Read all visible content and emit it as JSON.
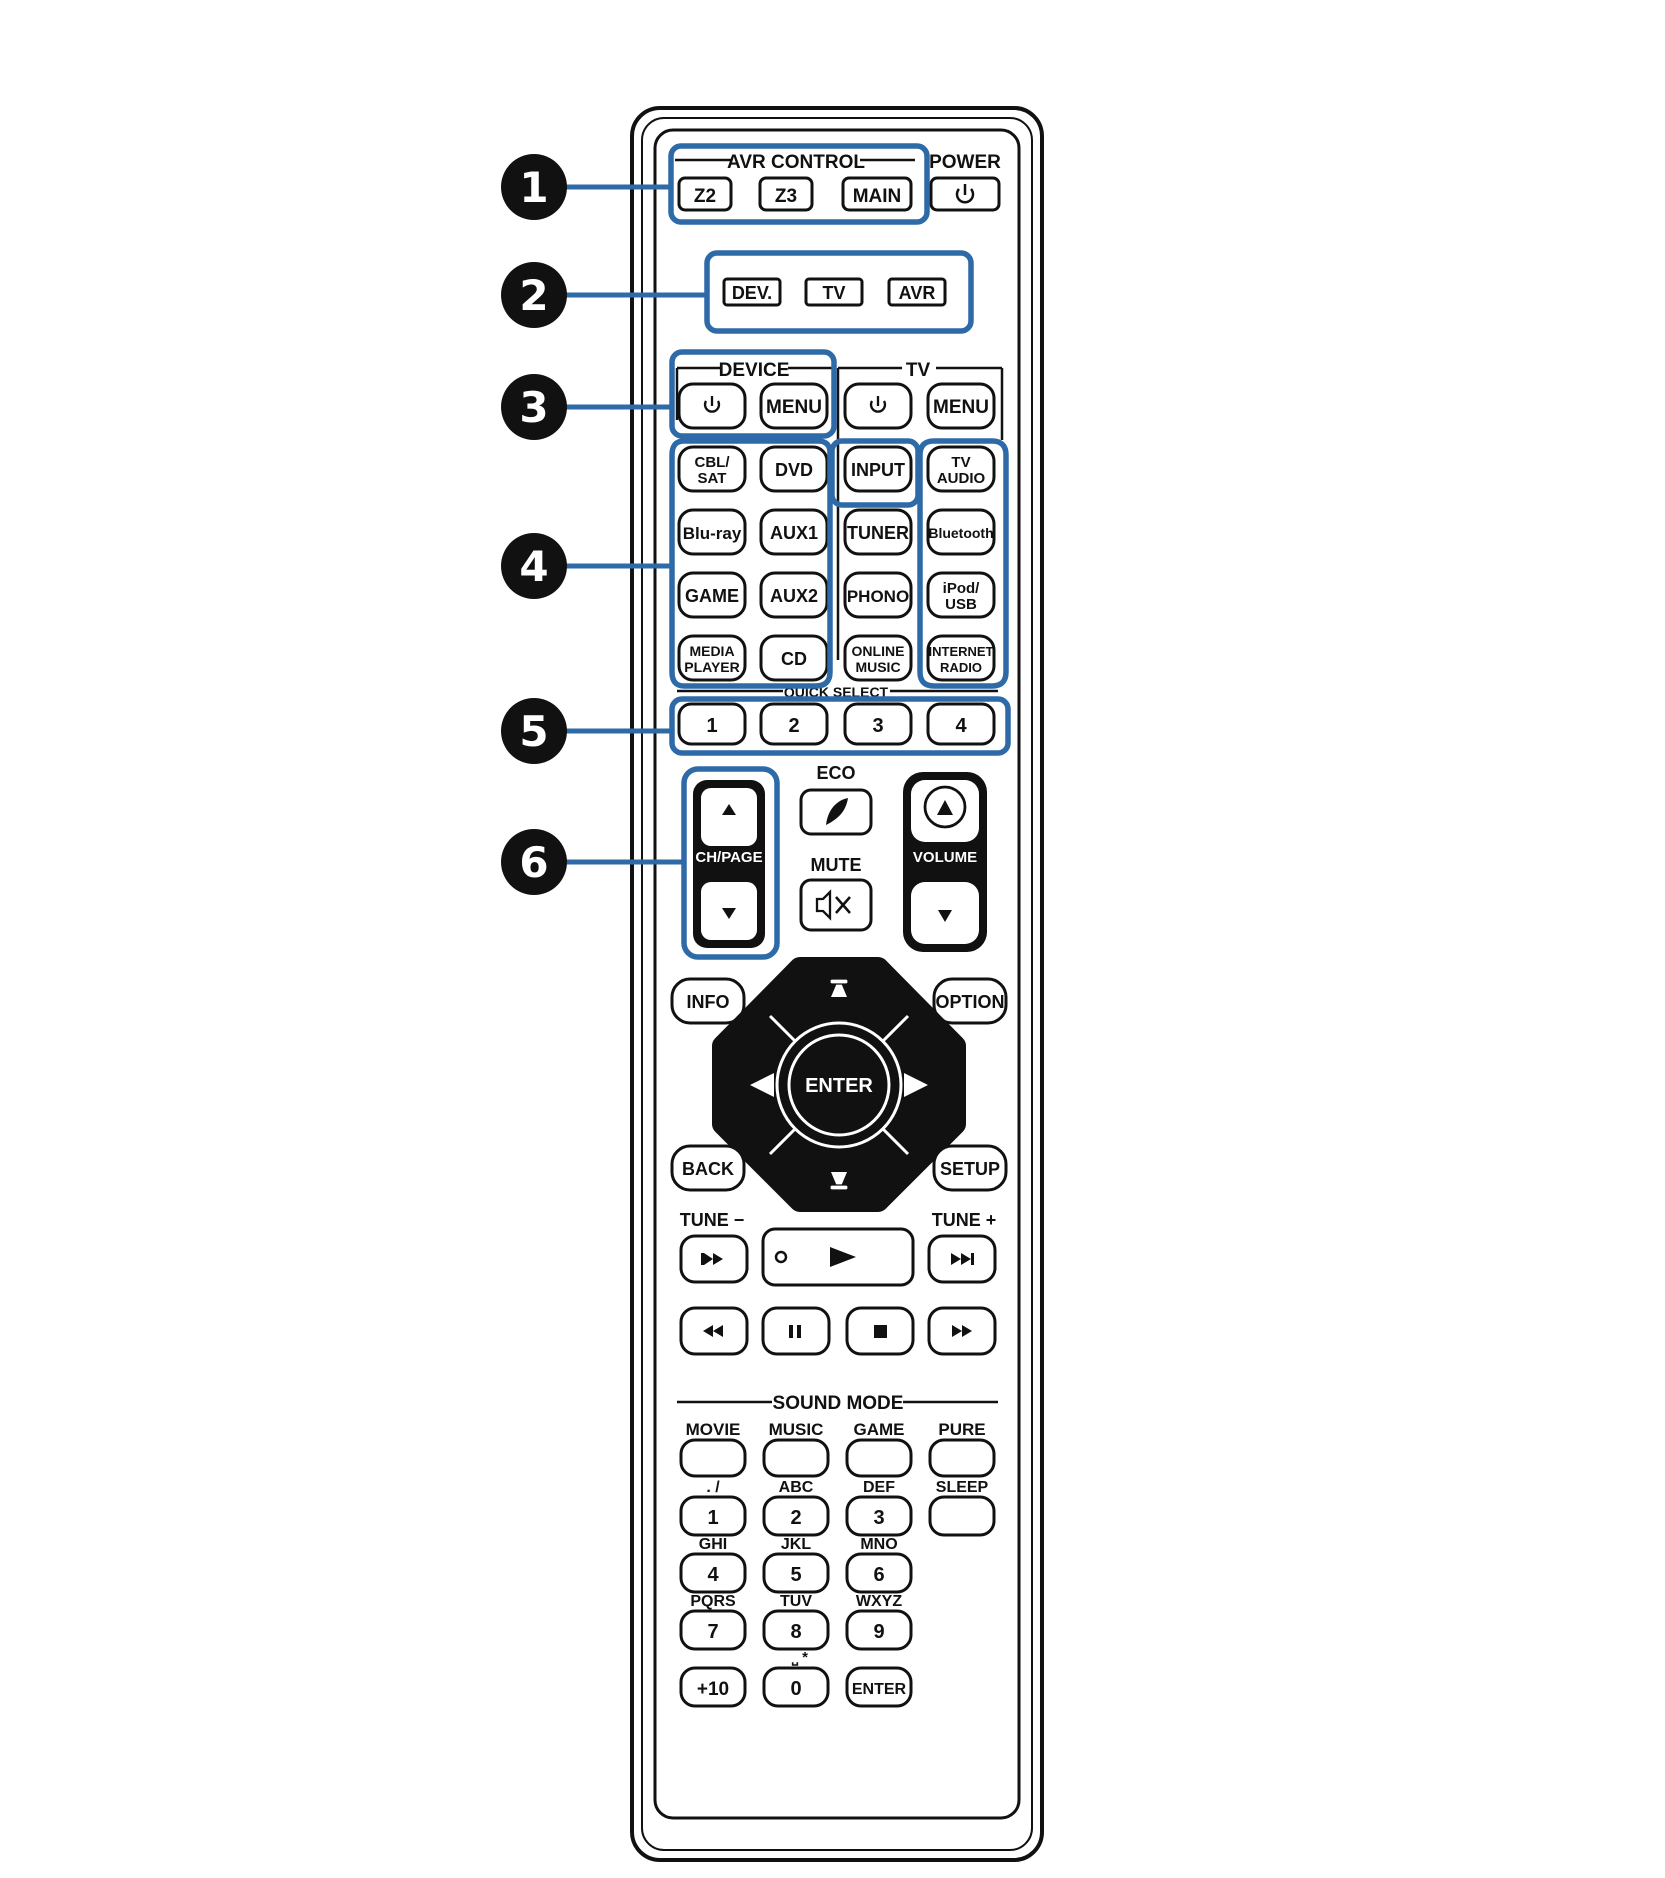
{
  "avr_control": {
    "label": "AVR CONTROL",
    "z2": "Z2",
    "z3": "Z3",
    "main": "MAIN"
  },
  "power_label": "POWER",
  "mode": {
    "dev": "DEV.",
    "tv": "TV",
    "avr": "AVR"
  },
  "device": {
    "label": "DEVICE",
    "menu": "MENU"
  },
  "tv": {
    "label": "TV",
    "menu": "MENU",
    "input": "INPUT"
  },
  "sources": {
    "cbl_sat": [
      "CBL/",
      "SAT"
    ],
    "dvd": "DVD",
    "tv_audio": [
      "TV",
      "AUDIO"
    ],
    "bluray": "Blu-ray",
    "aux1": "AUX1",
    "tuner": "TUNER",
    "bluetooth": "Bluetooth",
    "game": "GAME",
    "aux2": "AUX2",
    "phono": "PHONO",
    "ipod_usb": [
      "iPod/",
      "USB"
    ],
    "media_player": [
      "MEDIA",
      "PLAYER"
    ],
    "cd": "CD",
    "online_music": [
      "ONLINE",
      "MUSIC"
    ],
    "internet_radio": [
      "INTERNET",
      "RADIO"
    ]
  },
  "quick_select": {
    "label": "QUICK SELECT",
    "keys": [
      "1",
      "2",
      "3",
      "4"
    ]
  },
  "ch_page": {
    "label": "CH/PAGE"
  },
  "eco_label": "ECO",
  "mute_label": "MUTE",
  "volume": {
    "label": "VOLUME"
  },
  "nav": {
    "info": "INFO",
    "option": "OPTION",
    "enter": "ENTER",
    "back": "BACK",
    "setup": "SETUP"
  },
  "tune": {
    "minus": "TUNE −",
    "plus": "TUNE +"
  },
  "sound_mode": {
    "label": "SOUND MODE",
    "movie": "MOVIE",
    "music": "MUSIC",
    "game": "GAME",
    "pure": "PURE",
    "sleep": "SLEEP"
  },
  "numpad": {
    "keys": [
      "1",
      "2",
      "3",
      "4",
      "5",
      "6",
      "7",
      "8",
      "9"
    ],
    "letters": [
      ". /",
      "ABC",
      "DEF",
      "GHI",
      "JKL",
      "MNO",
      "PQRS",
      "TUV",
      "WXYZ"
    ],
    "plus10": "+10",
    "zero": "0",
    "zero_sub": "⎵  *",
    "enter": "ENTER"
  },
  "callouts": [
    "1",
    "2",
    "3",
    "4",
    "5",
    "6"
  ],
  "colors": {
    "highlight": "#2f6aa8",
    "outline": "#111111",
    "background": "#ffffff"
  }
}
